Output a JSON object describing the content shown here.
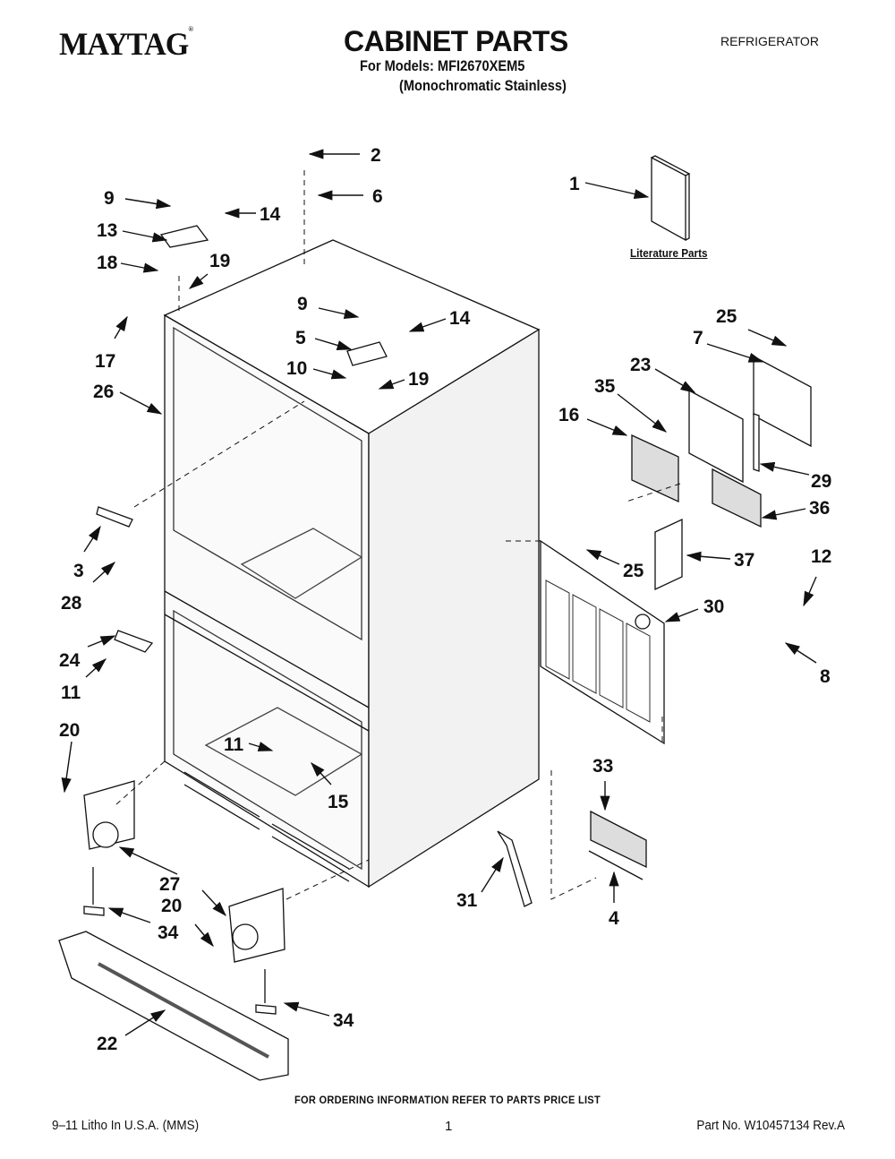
{
  "header": {
    "brand": "MAYTAG",
    "brand_mark": "®",
    "title": "CABINET PARTS",
    "models_line": "For Models: MFI2670XEM5",
    "variant_line": "(Monochromatic Stainless)",
    "category": "REFRIGERATOR"
  },
  "diagram": {
    "literature_label": "Literature Parts",
    "callouts": [
      {
        "id": "c1",
        "label": "1"
      },
      {
        "id": "c2",
        "label": "2"
      },
      {
        "id": "c6",
        "label": "6"
      },
      {
        "id": "c9a",
        "label": "9"
      },
      {
        "id": "c14a",
        "label": "14"
      },
      {
        "id": "c13",
        "label": "13"
      },
      {
        "id": "c18",
        "label": "18"
      },
      {
        "id": "c19a",
        "label": "19"
      },
      {
        "id": "c17",
        "label": "17"
      },
      {
        "id": "c26",
        "label": "26"
      },
      {
        "id": "c9b",
        "label": "9"
      },
      {
        "id": "c14b",
        "label": "14"
      },
      {
        "id": "c5",
        "label": "5"
      },
      {
        "id": "c10",
        "label": "10"
      },
      {
        "id": "c19b",
        "label": "19"
      },
      {
        "id": "c25a",
        "label": "25"
      },
      {
        "id": "c7",
        "label": "7"
      },
      {
        "id": "c23",
        "label": "23"
      },
      {
        "id": "c35",
        "label": "35"
      },
      {
        "id": "c16",
        "label": "16"
      },
      {
        "id": "c29",
        "label": "29"
      },
      {
        "id": "c36",
        "label": "36"
      },
      {
        "id": "c3",
        "label": "3"
      },
      {
        "id": "c28",
        "label": "28"
      },
      {
        "id": "c25b",
        "label": "25"
      },
      {
        "id": "c37",
        "label": "37"
      },
      {
        "id": "c12",
        "label": "12"
      },
      {
        "id": "c30",
        "label": "30"
      },
      {
        "id": "c8",
        "label": "8"
      },
      {
        "id": "c24",
        "label": "24"
      },
      {
        "id": "c11a",
        "label": "11"
      },
      {
        "id": "c20a",
        "label": "20"
      },
      {
        "id": "c11b",
        "label": "11"
      },
      {
        "id": "c15",
        "label": "15"
      },
      {
        "id": "c33",
        "label": "33"
      },
      {
        "id": "c27",
        "label": "27"
      },
      {
        "id": "c20b",
        "label": "20"
      },
      {
        "id": "c34a",
        "label": "34"
      },
      {
        "id": "c31",
        "label": "31"
      },
      {
        "id": "c4",
        "label": "4"
      },
      {
        "id": "c34b",
        "label": "34"
      },
      {
        "id": "c22",
        "label": "22"
      }
    ]
  },
  "footer": {
    "ordering_note": "FOR ORDERING INFORMATION REFER TO PARTS PRICE LIST",
    "print_info": "9–11 Litho In U.S.A. (MMS)",
    "page_number": "1",
    "part_number": "Part No. W10457134 Rev.A"
  }
}
